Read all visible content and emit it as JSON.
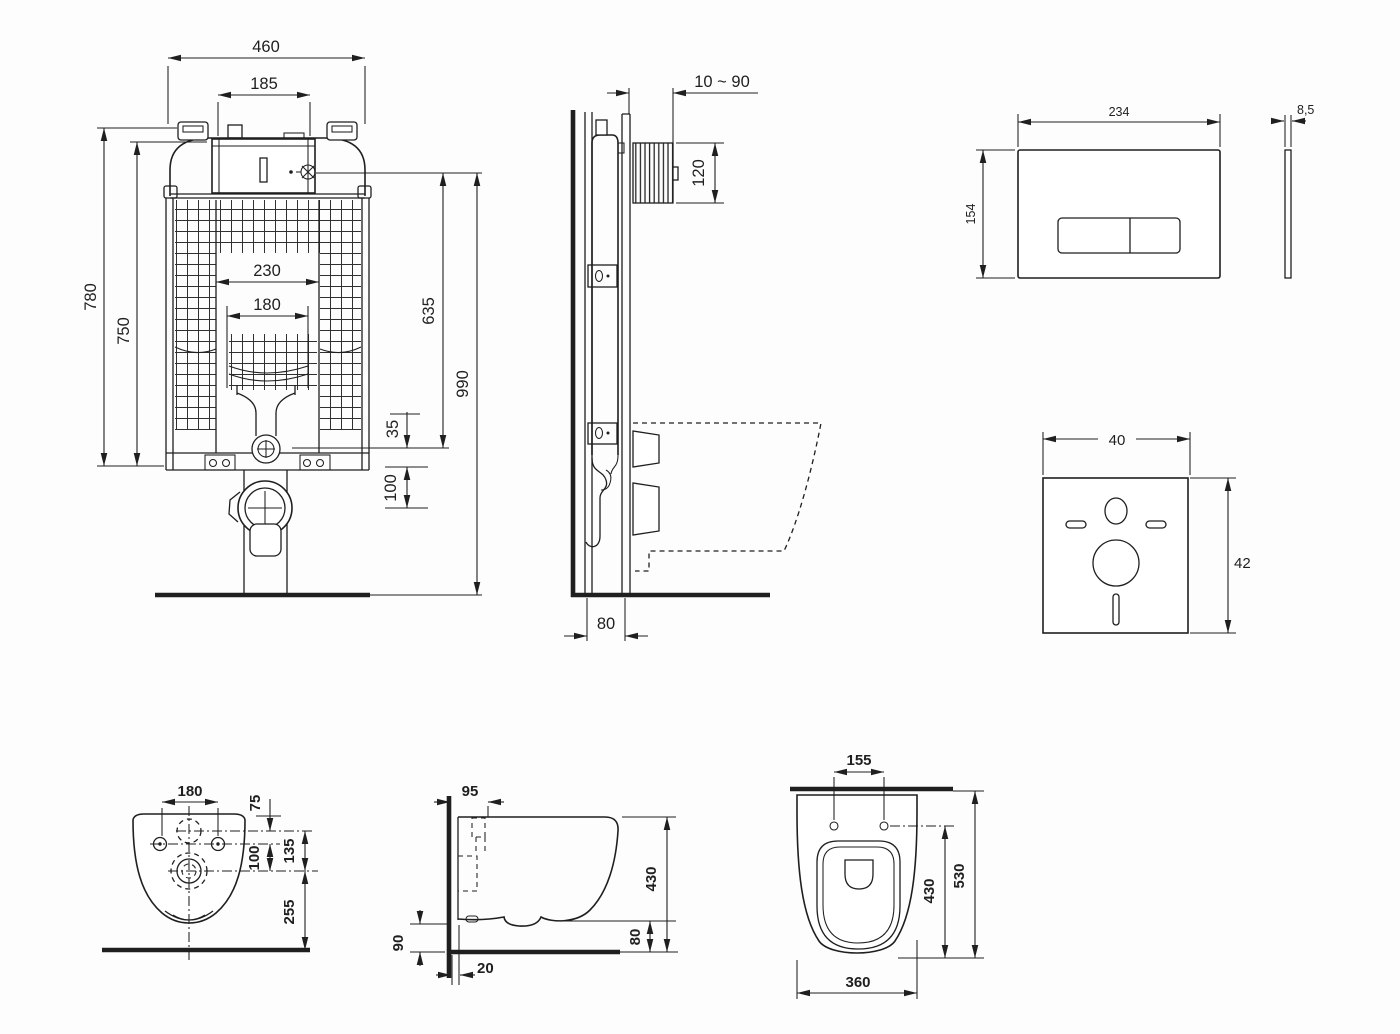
{
  "drawing_title": "wall-hung-wc-installation-dimension-drawing",
  "colors": {
    "background": "#fdfdfd",
    "line": "#1f1f1f"
  },
  "views": {
    "cistern_front": {
      "label": "concealed-cistern-frame-front-view",
      "dims": {
        "frame_width": "460",
        "opening_width": "185",
        "frame_height": "780",
        "inner_height": "750",
        "channel_width": "230",
        "pipe_width": "180",
        "outlet_height": "635",
        "total_height": "990",
        "outlet_offset": "35",
        "drain_offset": "100"
      }
    },
    "cistern_side": {
      "label": "concealed-cistern-frame-side-view",
      "dims": {
        "inlet_adjust_range": "10 ~ 90",
        "inlet_height": "120",
        "frame_depth": "80"
      }
    },
    "flush_plate": {
      "label": "flush-plate-front-and-side-view",
      "dims": {
        "width": "234",
        "height": "154",
        "thickness": "8,5"
      }
    },
    "sound_mat": {
      "label": "sound-insulation-mat-view",
      "dims": {
        "width": "40",
        "height": "42"
      }
    },
    "bowl_rear": {
      "label": "wc-bowl-rear-view",
      "dims": {
        "hole_spacing": "180",
        "top_to_inlet": "75",
        "holes_to_outlet": "100",
        "inlet_to_outlet": "135",
        "outlet_to_floor": "255"
      }
    },
    "bowl_side": {
      "label": "wc-bowl-side-view",
      "dims": {
        "inlet_depth": "95",
        "rim_height": "430",
        "underside_height": "90",
        "wall_gap": "20",
        "underside_clearance": "80"
      }
    },
    "bowl_top": {
      "label": "wc-bowl-top-view",
      "dims": {
        "hole_spacing": "155",
        "inner_length": "430",
        "total_length": "530",
        "width": "360"
      }
    }
  }
}
